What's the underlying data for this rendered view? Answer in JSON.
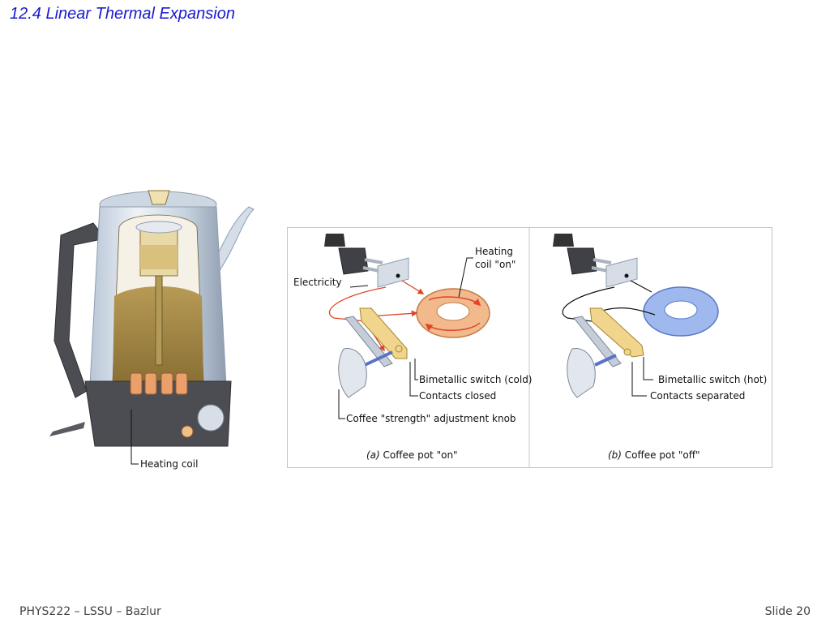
{
  "slide": {
    "title": "12.4 Linear Thermal Expansion",
    "footer_left": "PHYS222 – LSSU – Bazlur",
    "footer_right": "Slide 20"
  },
  "coffee_pot": {
    "heating_coil_label": "Heating coil"
  },
  "panel_a": {
    "electricity_label": "Electricity",
    "heating_coil_label_line1": "Heating",
    "heating_coil_label_line2": "coil \"on\"",
    "switch_label": "Bimetallic switch (cold)",
    "contacts_label": "Contacts closed",
    "knob_label": "Coffee \"strength\" adjustment knob",
    "caption_letter": "(a)",
    "caption_text": " Coffee pot \"on\""
  },
  "panel_b": {
    "switch_label": "Bimetallic switch (hot)",
    "contacts_label": "Contacts separated",
    "caption_letter": "(b)",
    "caption_text": " Coffee pot \"off\""
  },
  "colors": {
    "title": "#1a1ad0",
    "hot_coil": "#f2b98c",
    "cold_coil": "#9fb8ee",
    "current": "#e0452a"
  }
}
